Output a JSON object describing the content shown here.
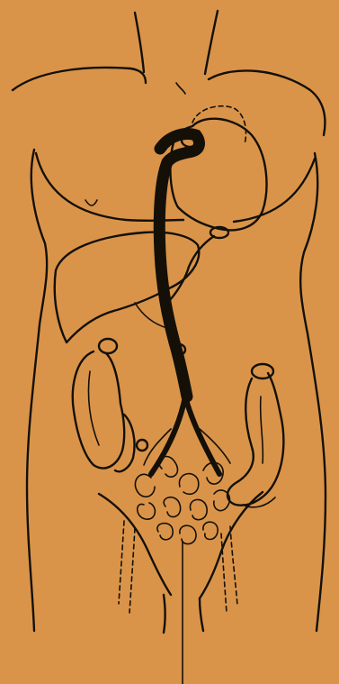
{
  "figure": {
    "background_color": "#d9944a",
    "ink_color": "#141008",
    "stomach_fill": "#c9803c",
    "parts": [
      "torso-outline",
      "stomach",
      "oesophagus-stump",
      "liver",
      "duodenum-stump",
      "jejunal-limb",
      "bowel-loops",
      "ascending-colon",
      "descending-colon",
      "pelvic-outline"
    ]
  }
}
